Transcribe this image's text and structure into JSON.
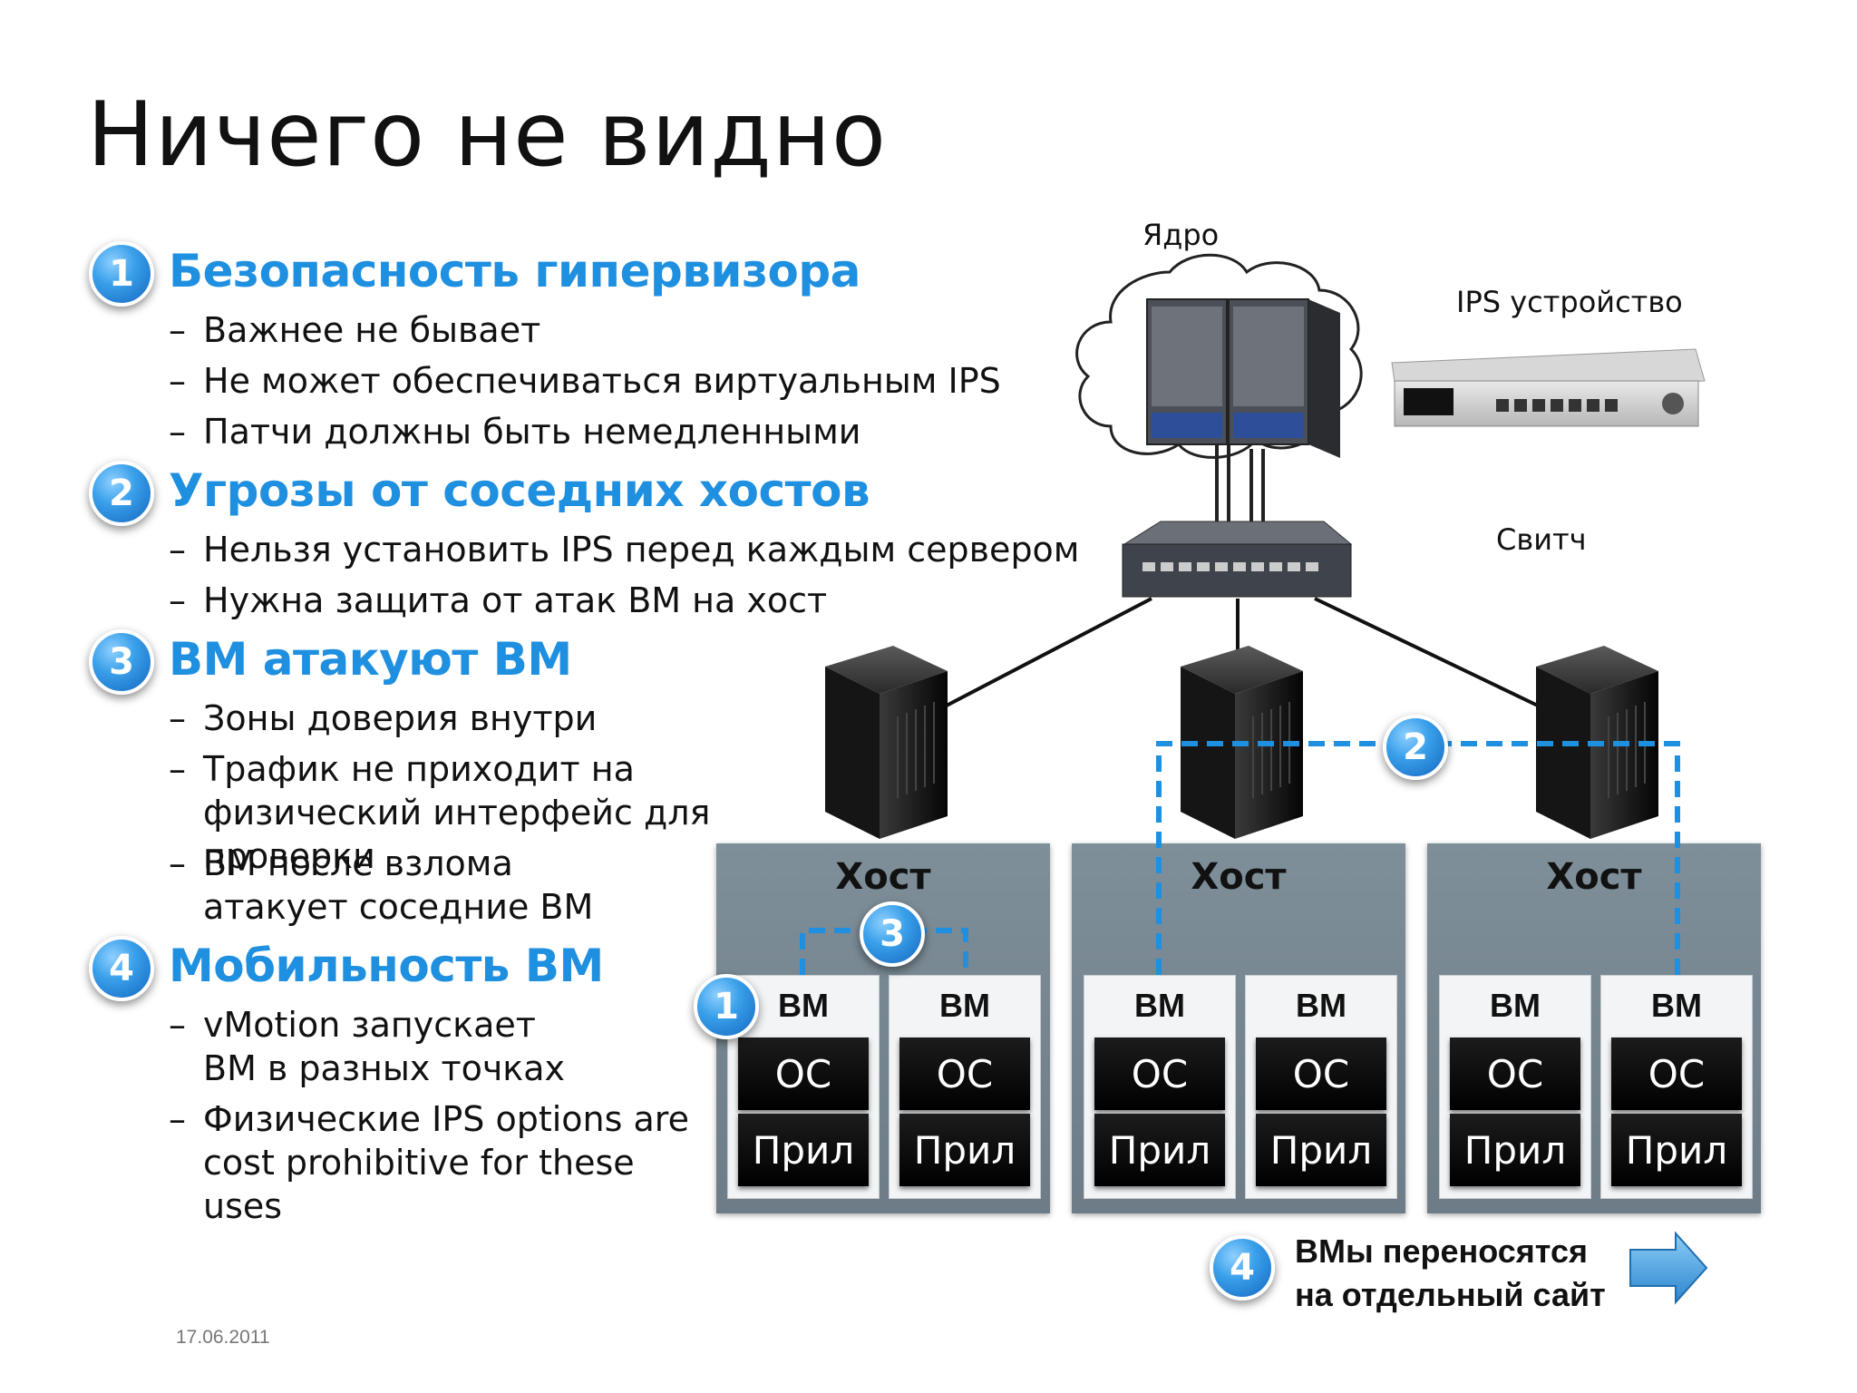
{
  "title": "Ничего не видно",
  "sections": [
    {
      "num": "1",
      "heading": "Безопасность гипервизора",
      "bullets": [
        "Важнее не бывает",
        "Не может обеспечиваться виртуальным IPS",
        "Патчи должны быть немедленными"
      ]
    },
    {
      "num": "2",
      "heading": "Угрозы от соседних хостов",
      "bullets": [
        "Нельзя установить IPS перед каждым сервером",
        "Нужна защита от атак ВМ на хост"
      ]
    },
    {
      "num": "3",
      "heading": "ВМ атакуют ВМ",
      "bullets": [
        "Зоны доверия внутри",
        "Трафик не приходит на физический интерфейс для проверки",
        "ВМ после взлома атакует соседние ВМ"
      ]
    },
    {
      "num": "4",
      "heading": "Мобильность ВМ",
      "bullets": [
        "vMotion запускает ВМ в разных точках",
        "Физические IPS options are cost prohibitive for these uses"
      ]
    }
  ],
  "date": "17.06.2011",
  "diagram": {
    "core_label": "Ядро",
    "ips_label": "IPS устройство",
    "switch_label": "Свитч",
    "hosts": [
      {
        "title": "Хост",
        "vms": [
          {
            "title": "ВМ",
            "os": "ОС",
            "app": "Прил"
          },
          {
            "title": "ВМ",
            "os": "ОС",
            "app": "Прил"
          }
        ]
      },
      {
        "title": "Хост",
        "vms": [
          {
            "title": "ВМ",
            "os": "ОС",
            "app": "Прил"
          },
          {
            "title": "ВМ",
            "os": "ОС",
            "app": "Прил"
          }
        ]
      },
      {
        "title": "Хост",
        "vms": [
          {
            "title": "ВМ",
            "os": "ОС",
            "app": "Прил"
          },
          {
            "title": "ВМ",
            "os": "ОС",
            "app": "Прил"
          }
        ]
      }
    ],
    "markers": [
      "1",
      "2",
      "3",
      "4"
    ],
    "migration_text_line1": "ВМы переносятся",
    "migration_text_line2": "на отдельный сайт"
  },
  "colors": {
    "accent": "#1f8fe0",
    "dashed_link": "#1f8fe0",
    "host_bg": "#76858f"
  }
}
